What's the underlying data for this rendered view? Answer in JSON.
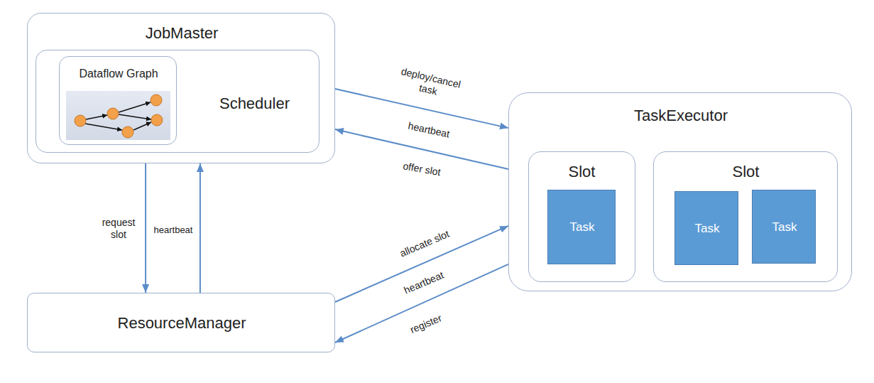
{
  "diagram": {
    "nodes": [
      {
        "text": [
          "JobMaster"
        ]
      },
      {
        "text": [
          "Scheduler"
        ],
        "in": 0
      },
      {
        "text": [
          "Dataflow Graph"
        ],
        "in": 1
      },
      {
        "text": [
          "TaskExecutor"
        ]
      },
      {
        "text": [
          "Slot"
        ],
        "in": 3
      },
      {
        "text": [
          "Task"
        ],
        "in": 4
      },
      {
        "text": [
          "Slot"
        ],
        "in": 3
      },
      {
        "text": [
          "Task"
        ],
        "in": 6
      },
      {
        "text": [
          "Task"
        ],
        "in": 6
      },
      {
        "text": [
          "ResourceManager"
        ]
      }
    ],
    "edges": [
      {
        "from": 0,
        "to": 3,
        "label": "deploy/cancel task",
        "arrow": "to"
      },
      {
        "from": 3,
        "to": 0,
        "label": "heartbeat",
        "arrow": "to"
      },
      {
        "from": 0,
        "to": 9,
        "label": "request slot",
        "arrow": "to"
      },
      {
        "from": 9,
        "to": 0,
        "label": "heartbeat",
        "arrow": "to"
      },
      {
        "from": 9,
        "to": 3,
        "label": "allocate slot",
        "arrow": "to"
      },
      {
        "from": 3,
        "to": 9,
        "label": "heartbeat",
        "arrow": "to"
      }
    ],
    "labels": [
      "offer slot",
      "register"
    ]
  }
}
